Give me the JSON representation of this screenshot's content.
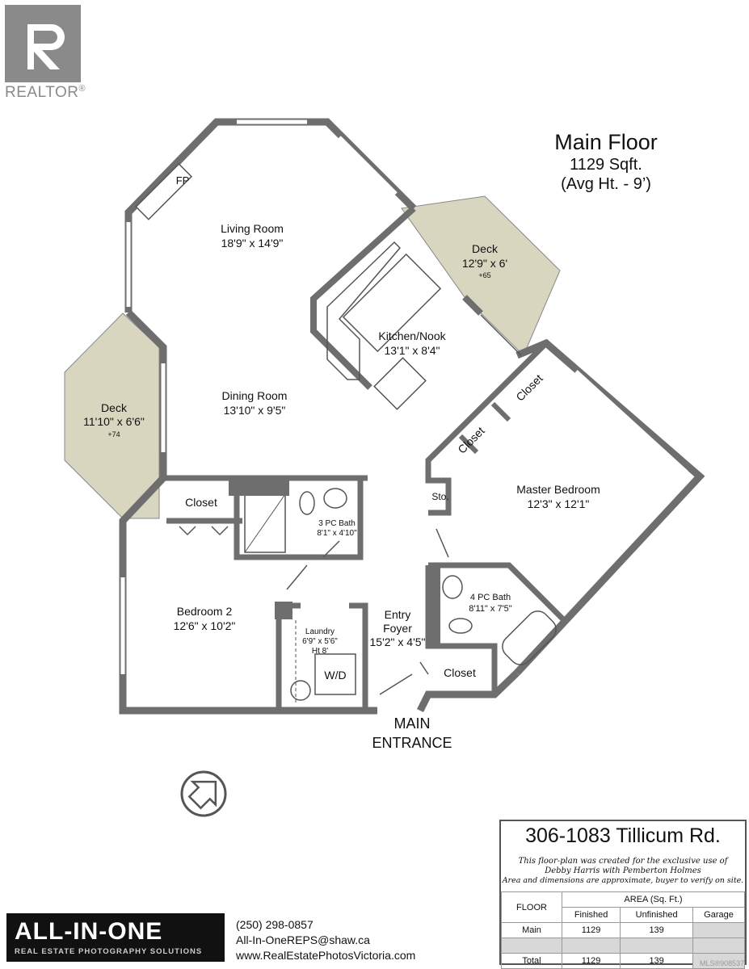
{
  "realtor_logo": {
    "wordmark": "REALTOR",
    "mark": "®"
  },
  "title": {
    "floor": "Main Floor",
    "area": "1129 Sqft.",
    "height": "(Avg Ht. - 9’)"
  },
  "rooms": {
    "living_room": {
      "name": "Living Room",
      "dims": "18'9\" x 14'9\""
    },
    "fireplace": "FP",
    "deck_top": {
      "name": "Deck",
      "dims": "12'9\" x 6'",
      "sub": "+65"
    },
    "deck_left": {
      "name": "Deck",
      "dims": "11'10\" x 6'6\"",
      "sub": "+74"
    },
    "kitchen": {
      "name": "Kitchen/Nook",
      "dims": "13'1\" x 8'4\""
    },
    "dining_room": {
      "name": "Dining Room",
      "dims": "13'10\" x 9'5\""
    },
    "closet_left": "Closet",
    "bath3": {
      "name": "3 PC Bath",
      "dims": "8'1\" x 4'10\""
    },
    "bedroom2": {
      "name": "Bedroom 2",
      "dims": "12'6\" x 10'2\""
    },
    "laundry": {
      "name": "Laundry",
      "dims": "6'9\" x 5'6\"",
      "ht": "Ht 8'"
    },
    "washer_dryer": "W/D",
    "entry": {
      "line1": "Entry",
      "line2": "Foyer",
      "dims": "15'2\" x 4'5\""
    },
    "master": {
      "name": "Master Bedroom",
      "dims": "12'3\" x 12'1\""
    },
    "closet_m1": "Closet",
    "closet_m2": "Closet",
    "storage": "Sto.",
    "bath4": {
      "name": "4 PC Bath",
      "dims": "8'11\" x 7'5\""
    },
    "closet_entry": "Closet"
  },
  "entrance": {
    "line1": "MAIN",
    "line2": "ENTRANCE"
  },
  "branding": {
    "name": "ALL-IN-ONE",
    "tagline": "REAL ESTATE PHOTOGRAPHY SOLUTIONS",
    "phone": "(250) 298-0857",
    "email": "All-In-OneREPS@shaw.ca",
    "website": "www.RealEstatePhotosVictoria.com"
  },
  "info": {
    "address": "306-1083 Tillicum Rd.",
    "note_line1": "This floor-plan was created for the exclusive use of",
    "note_line2": "Debby Harris with Pemberton Holmes",
    "note_line3": "Area and dimensions are approximate, buyer to verify on site.",
    "table": {
      "floor_header": "FLOOR",
      "area_header": "AREA (Sq. Ft.)",
      "col_finished": "Finished",
      "col_unfinished": "Unfinished",
      "col_garage": "Garage",
      "rows": [
        {
          "floor": "Main",
          "finished": "1129",
          "unfinished": "139",
          "garage": ""
        },
        {
          "floor": "",
          "finished": "",
          "unfinished": "",
          "garage": ""
        },
        {
          "floor": "Total",
          "finished": "1129",
          "unfinished": "139",
          "garage": ""
        }
      ]
    }
  },
  "mls": "MLS®908537",
  "colors": {
    "wall": "#6e6e6e",
    "deck": "#d9d6c0",
    "line": "#555555"
  }
}
